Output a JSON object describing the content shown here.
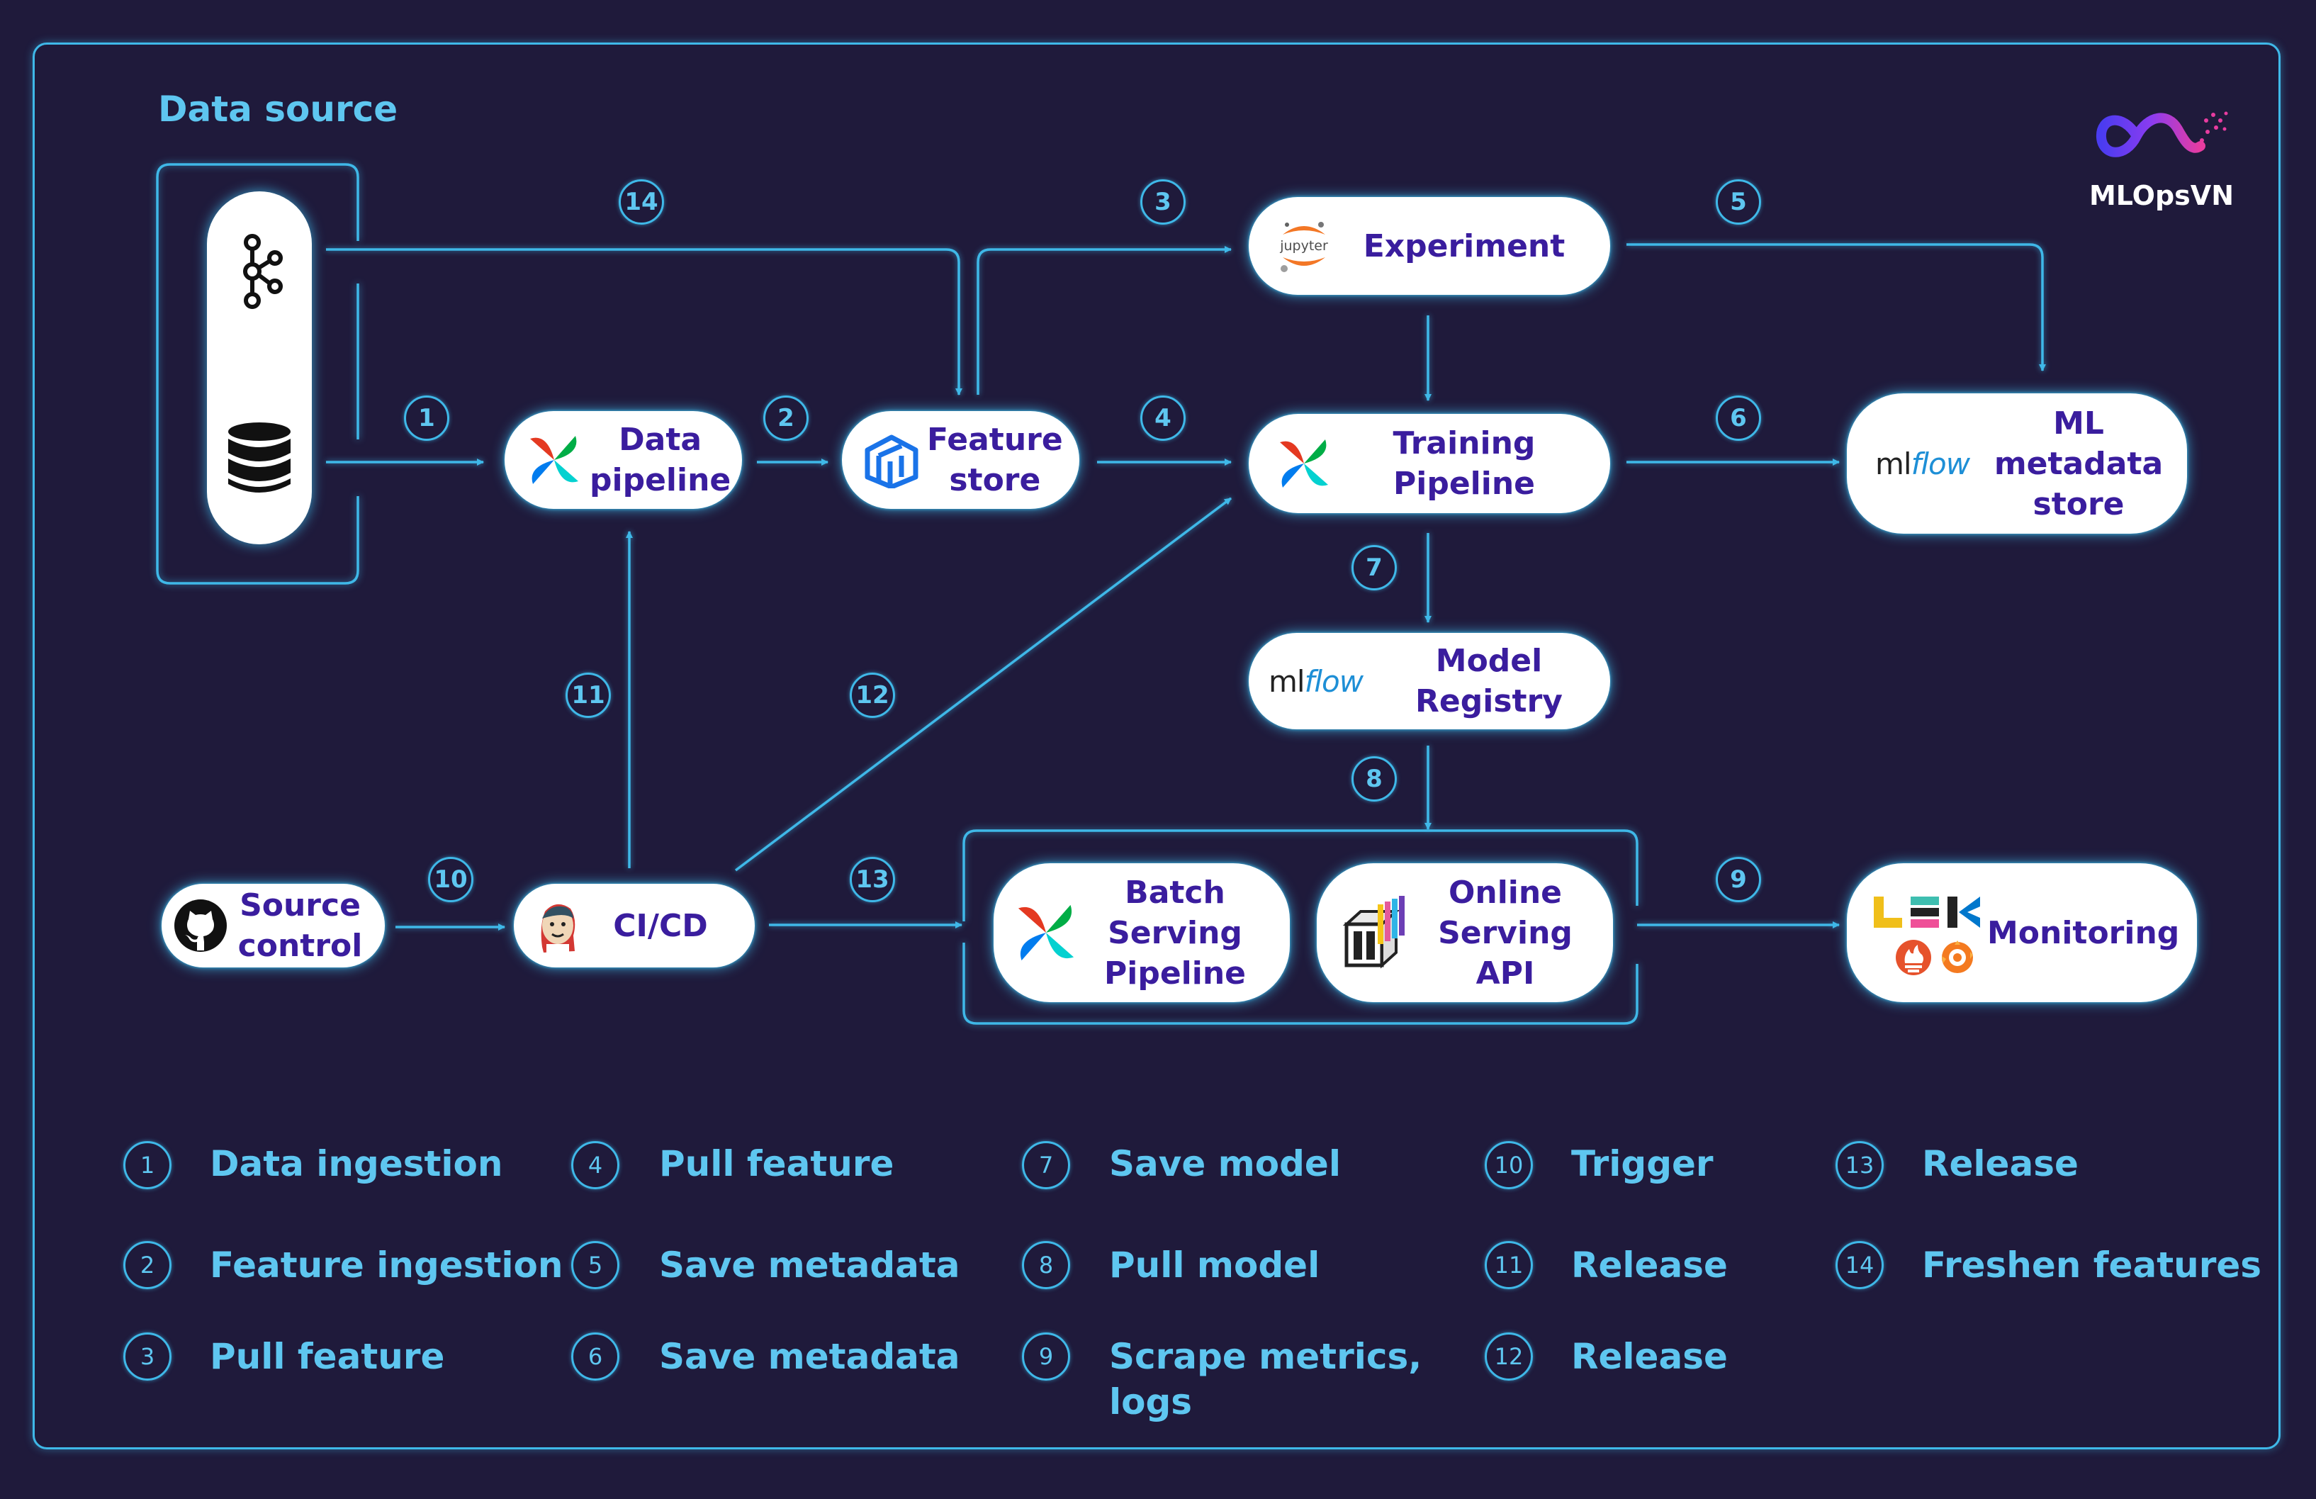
{
  "brand": {
    "name": "MLOpsVN"
  },
  "source_group": {
    "title": "Data source"
  },
  "nodes": {
    "data_pipeline": "Data\npipeline",
    "feature_store": "Feature\nstore",
    "experiment": "Experiment",
    "training_pipeline": "Training\nPipeline",
    "ml_metadata_store": "ML\nmetadata\nstore",
    "model_registry": "Model\nRegistry",
    "source_control": "Source\ncontrol",
    "cicd": "CI/CD",
    "batch_serving": "Batch\nServing\nPipeline",
    "online_serving": "Online\nServing\nAPI",
    "monitoring": "Monitoring"
  },
  "icons": {
    "jupyter_text": "jupyter",
    "mlflow_ml": "ml",
    "mlflow_flow": "flow"
  },
  "step_numbers": [
    "1",
    "2",
    "3",
    "4",
    "5",
    "6",
    "7",
    "8",
    "9",
    "10",
    "11",
    "12",
    "13",
    "14"
  ],
  "legend": [
    {
      "num": "1",
      "text": "Data ingestion"
    },
    {
      "num": "2",
      "text": "Feature ingestion"
    },
    {
      "num": "3",
      "text": "Pull feature"
    },
    {
      "num": "4",
      "text": "Pull feature"
    },
    {
      "num": "5",
      "text": "Save metadata"
    },
    {
      "num": "6",
      "text": "Save metadata"
    },
    {
      "num": "7",
      "text": "Save model"
    },
    {
      "num": "8",
      "text": "Pull model"
    },
    {
      "num": "9",
      "text": "Scrape metrics,\nlogs"
    },
    {
      "num": "10",
      "text": "Trigger"
    },
    {
      "num": "11",
      "text": "Release"
    },
    {
      "num": "12",
      "text": "Release"
    },
    {
      "num": "13",
      "text": "Release"
    },
    {
      "num": "14",
      "text": "Freshen features"
    }
  ],
  "colors": {
    "background": "#1f1a3b",
    "accent": "#3fb8e8",
    "label": "#3a1d9e"
  }
}
